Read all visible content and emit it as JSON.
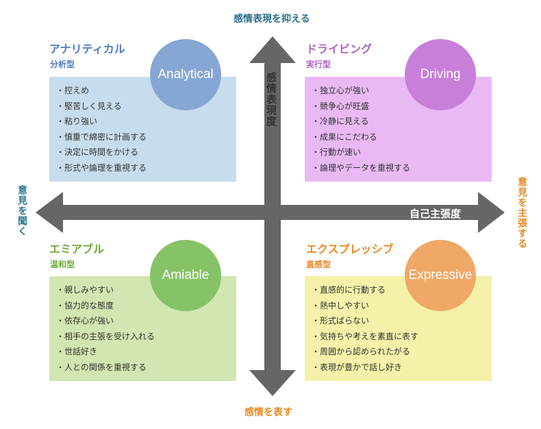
{
  "axes": {
    "top_label": "感情表現を抑える",
    "bottom_label": "感情を表す",
    "left_label": "意見を聞く",
    "right_label": "意見を主張する",
    "vertical_axis_name": "感情表現度",
    "horizontal_axis_name": "自己主張度"
  },
  "quadrants": {
    "analytical": {
      "title": "アナリティカル",
      "subtitle": "分析型",
      "circle_label": "Analytical",
      "color": "#86A7D3",
      "box_color": "#C7DCEC",
      "title_color": "#4D7CC3",
      "traits": [
        "控えめ",
        "堅苦しく見える",
        "粘り強い",
        "慎重で綿密に計画する",
        "決定に時間をかける",
        "形式や論理を重視する"
      ]
    },
    "driving": {
      "title": "ドライビング",
      "subtitle": "実行型",
      "circle_label": "Driving",
      "color": "#C87FD9",
      "box_color": "#E9B9F4",
      "title_color": "#B061C6",
      "traits": [
        "独立心が強い",
        "競争心が旺盛",
        "冷静に見える",
        "成果にこだわる",
        "行動が速い",
        "論理やデータを重視する"
      ]
    },
    "amiable": {
      "title": "エミアブル",
      "subtitle": "温和型",
      "circle_label": "Amiable",
      "color": "#86C366",
      "box_color": "#D1E6B1",
      "title_color": "#6EAB3C",
      "traits": [
        "親しみやすい",
        "協力的な態度",
        "依存心が強い",
        "相手の主張を受け入れる",
        "世話好き",
        "人との関係を重視する"
      ]
    },
    "expressive": {
      "title": "エクスプレッシブ",
      "subtitle": "直感型",
      "circle_label": "Expressive",
      "color": "#F0A866",
      "box_color": "#F5F1A9",
      "title_color": "#E58A26",
      "traits": [
        "直感的に行動する",
        "熱中しやすい",
        "形式ばらない",
        "気持ちや考えを素直に表す",
        "周囲から認められたがる",
        "表現が豊かで話し好き"
      ]
    }
  },
  "colors": {
    "axis_arrow": "#666666",
    "top_label": "#2A6F8E",
    "left_label": "#2A7690",
    "right_label": "#E58A26",
    "bottom_label": "#E58A26"
  }
}
